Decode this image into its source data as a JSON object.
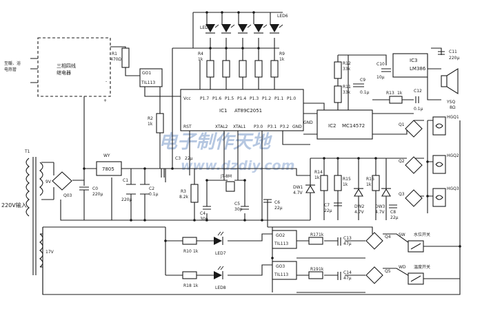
{
  "labels": {
    "ic1": "IC1",
    "ic1_part": "AT89C2051",
    "ic2": "IC2",
    "ic2_part": "MC14572",
    "ic3": "IC3",
    "ic3_part": "LM386",
    "wy": "WY",
    "wy_part": "7805",
    "t1": "T1",
    "q03": "Q03",
    "tr_9v": "9V",
    "tr_17v": "17V",
    "input": "220V输入",
    "remote_l1": "至暖、浴",
    "remote_l2": "电热管",
    "relay_l1": "三相四线",
    "relay_l2": "继电器",
    "led1": "LED1",
    "led6": "LED6",
    "led7": "LED7",
    "led8": "LED8",
    "r1": "R1",
    "r1_v": "470Ω",
    "r2": "R2",
    "r2_v": "1k",
    "r3": "R3",
    "r3_v": "8.2k",
    "r4": "R4",
    "r4_v": "1k",
    "r9": "R9",
    "r9_v": "1k",
    "r10": "R10",
    "r10_v": "1k",
    "r11": "R11",
    "r11_v": "33k",
    "r12": "R12",
    "r12_v": "33k",
    "r13": "R13",
    "r13_v": "1k",
    "r14": "R14",
    "r14_v": "1k",
    "r15": "R15",
    "r15_v": "1k",
    "r16": "R16",
    "r16_v": "1k",
    "r17": "R17",
    "r17_v": "1k",
    "r18": "R18",
    "r18_v": "1k",
    "r19": "R19",
    "r19_v": "1k",
    "c1": "C1",
    "c1_v": "220μ",
    "c2": "C2",
    "c2_v": "0.1μ",
    "c3": "C3",
    "c3_v": "22μ",
    "c4": "C4",
    "c4_v": "30p",
    "c5": "C5",
    "c5_v": "30p",
    "c6": "C6",
    "c6_v": "22μ",
    "c7": "C7",
    "c7_v": "22μ",
    "c8": "C8",
    "c8_v": "22μ",
    "c9": "C9",
    "c9_v": "0.1μ",
    "c10": "C10",
    "c10_v": "10μ",
    "c11": "C11",
    "c11_v": "220μ",
    "c12": "C12",
    "c12_v": "0.1μ",
    "c13": "C13",
    "c13_v": "47μ",
    "c14": "C14",
    "c14_v": "47μ",
    "c0": "C0",
    "c0_v": "220μ",
    "xtal": "JT-8M",
    "go1": "GO1",
    "go1_part": "TIL113",
    "go2": "GO2",
    "go2_part": "TIL113",
    "go3": "GO3",
    "go3_part": "TIL113",
    "dw1": "DW1",
    "dw1_v": "4.7V",
    "dw2": "DW2",
    "dw2_v": "4.7V",
    "dw3": "DW3",
    "dw3_v": "4.7V",
    "q1": "Q1",
    "q2": "Q2",
    "q3": "Q3",
    "q4": "Q4",
    "q5": "Q5",
    "hgq1": "HGQ1",
    "hgq2": "HGQ2",
    "hgq3": "HGQ3",
    "sw": "SW",
    "sw_name": "水位开关",
    "wd": "WD",
    "wd_name": "温度开关",
    "ysq": "YSQ",
    "ysq_v": "8Ω",
    "vcc": "Vcc",
    "gnd": "GND",
    "gnd2": "GND",
    "rst": "RST",
    "xtal1": "XTAL1",
    "xtal2": "XTAL2",
    "pin_p17": "P1.7",
    "pin_p16": "P1.6",
    "pin_p15": "P1.5",
    "pin_p14": "P1.4",
    "pin_p13": "P1.3",
    "pin_p12": "P1.2",
    "pin_p11": "P1.1",
    "pin_p10": "P1.0",
    "pin_p30": "P3.0",
    "pin_p31": "P3.1",
    "pin_p32": "P3.2",
    "watermark_cn": "电子制作天地",
    "watermark_url": "www.dzdiy.com"
  }
}
